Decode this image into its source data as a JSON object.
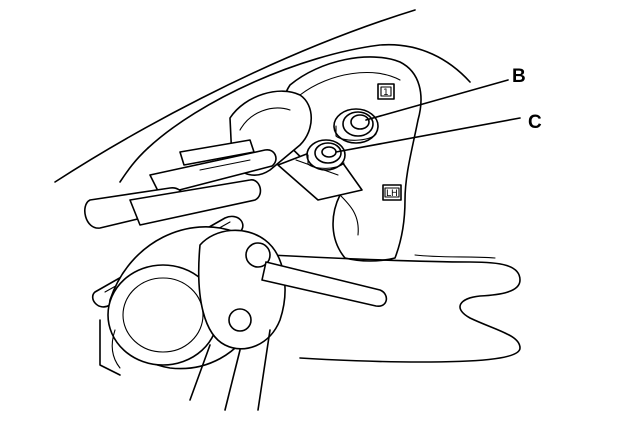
{
  "diagram": {
    "callouts": [
      {
        "id": "B",
        "label": "B"
      },
      {
        "id": "C",
        "label": "C"
      }
    ],
    "tags": [
      {
        "id": "tag-1",
        "text": "1"
      },
      {
        "id": "tag-lh",
        "text": "LH"
      }
    ]
  }
}
